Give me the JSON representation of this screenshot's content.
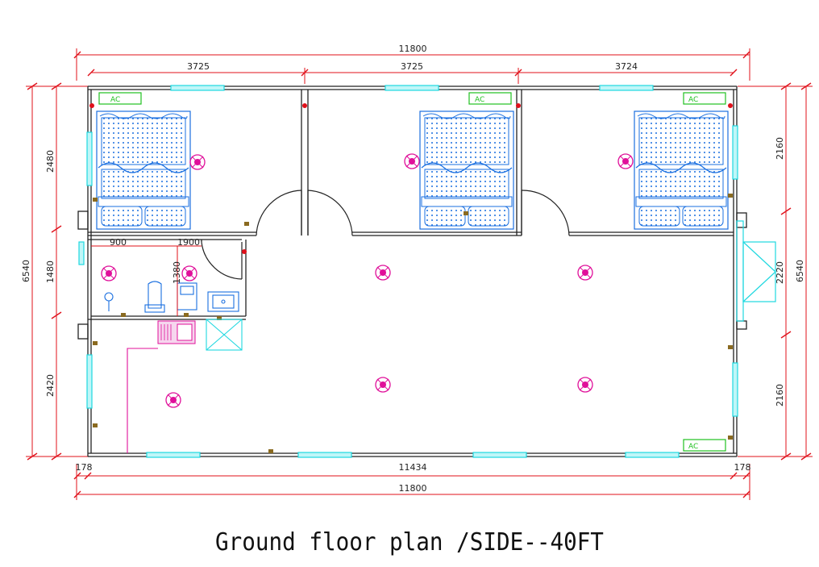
{
  "title": "Ground floor plan /SIDE--40FT",
  "dimensions": {
    "top_total": "11800",
    "top_room_1": "3725",
    "top_room_2": "3725",
    "top_room_3": "3724",
    "bottom_left_wall": "178",
    "bottom_inner": "11434",
    "bottom_right_wall": "178",
    "bottom_total": "11800",
    "left_total": "6540",
    "left_upper": "2480",
    "left_middle": "1480",
    "left_lower": "2420",
    "right_total": "6540",
    "right_upper": "2160",
    "right_middle": "2220",
    "right_lower": "2160",
    "bath_width_a": "900",
    "bath_width_b": "1900",
    "bath_depth": "1380"
  },
  "labels": {
    "ac": "AC"
  },
  "colors": {
    "wall": "#222222",
    "dimension": "#e0101a",
    "window": "#1fd8e0",
    "furniture": "#1a6fe0",
    "light": "#e0109a",
    "ac_unit": "#20c020",
    "fixture": "#8a6a20"
  }
}
